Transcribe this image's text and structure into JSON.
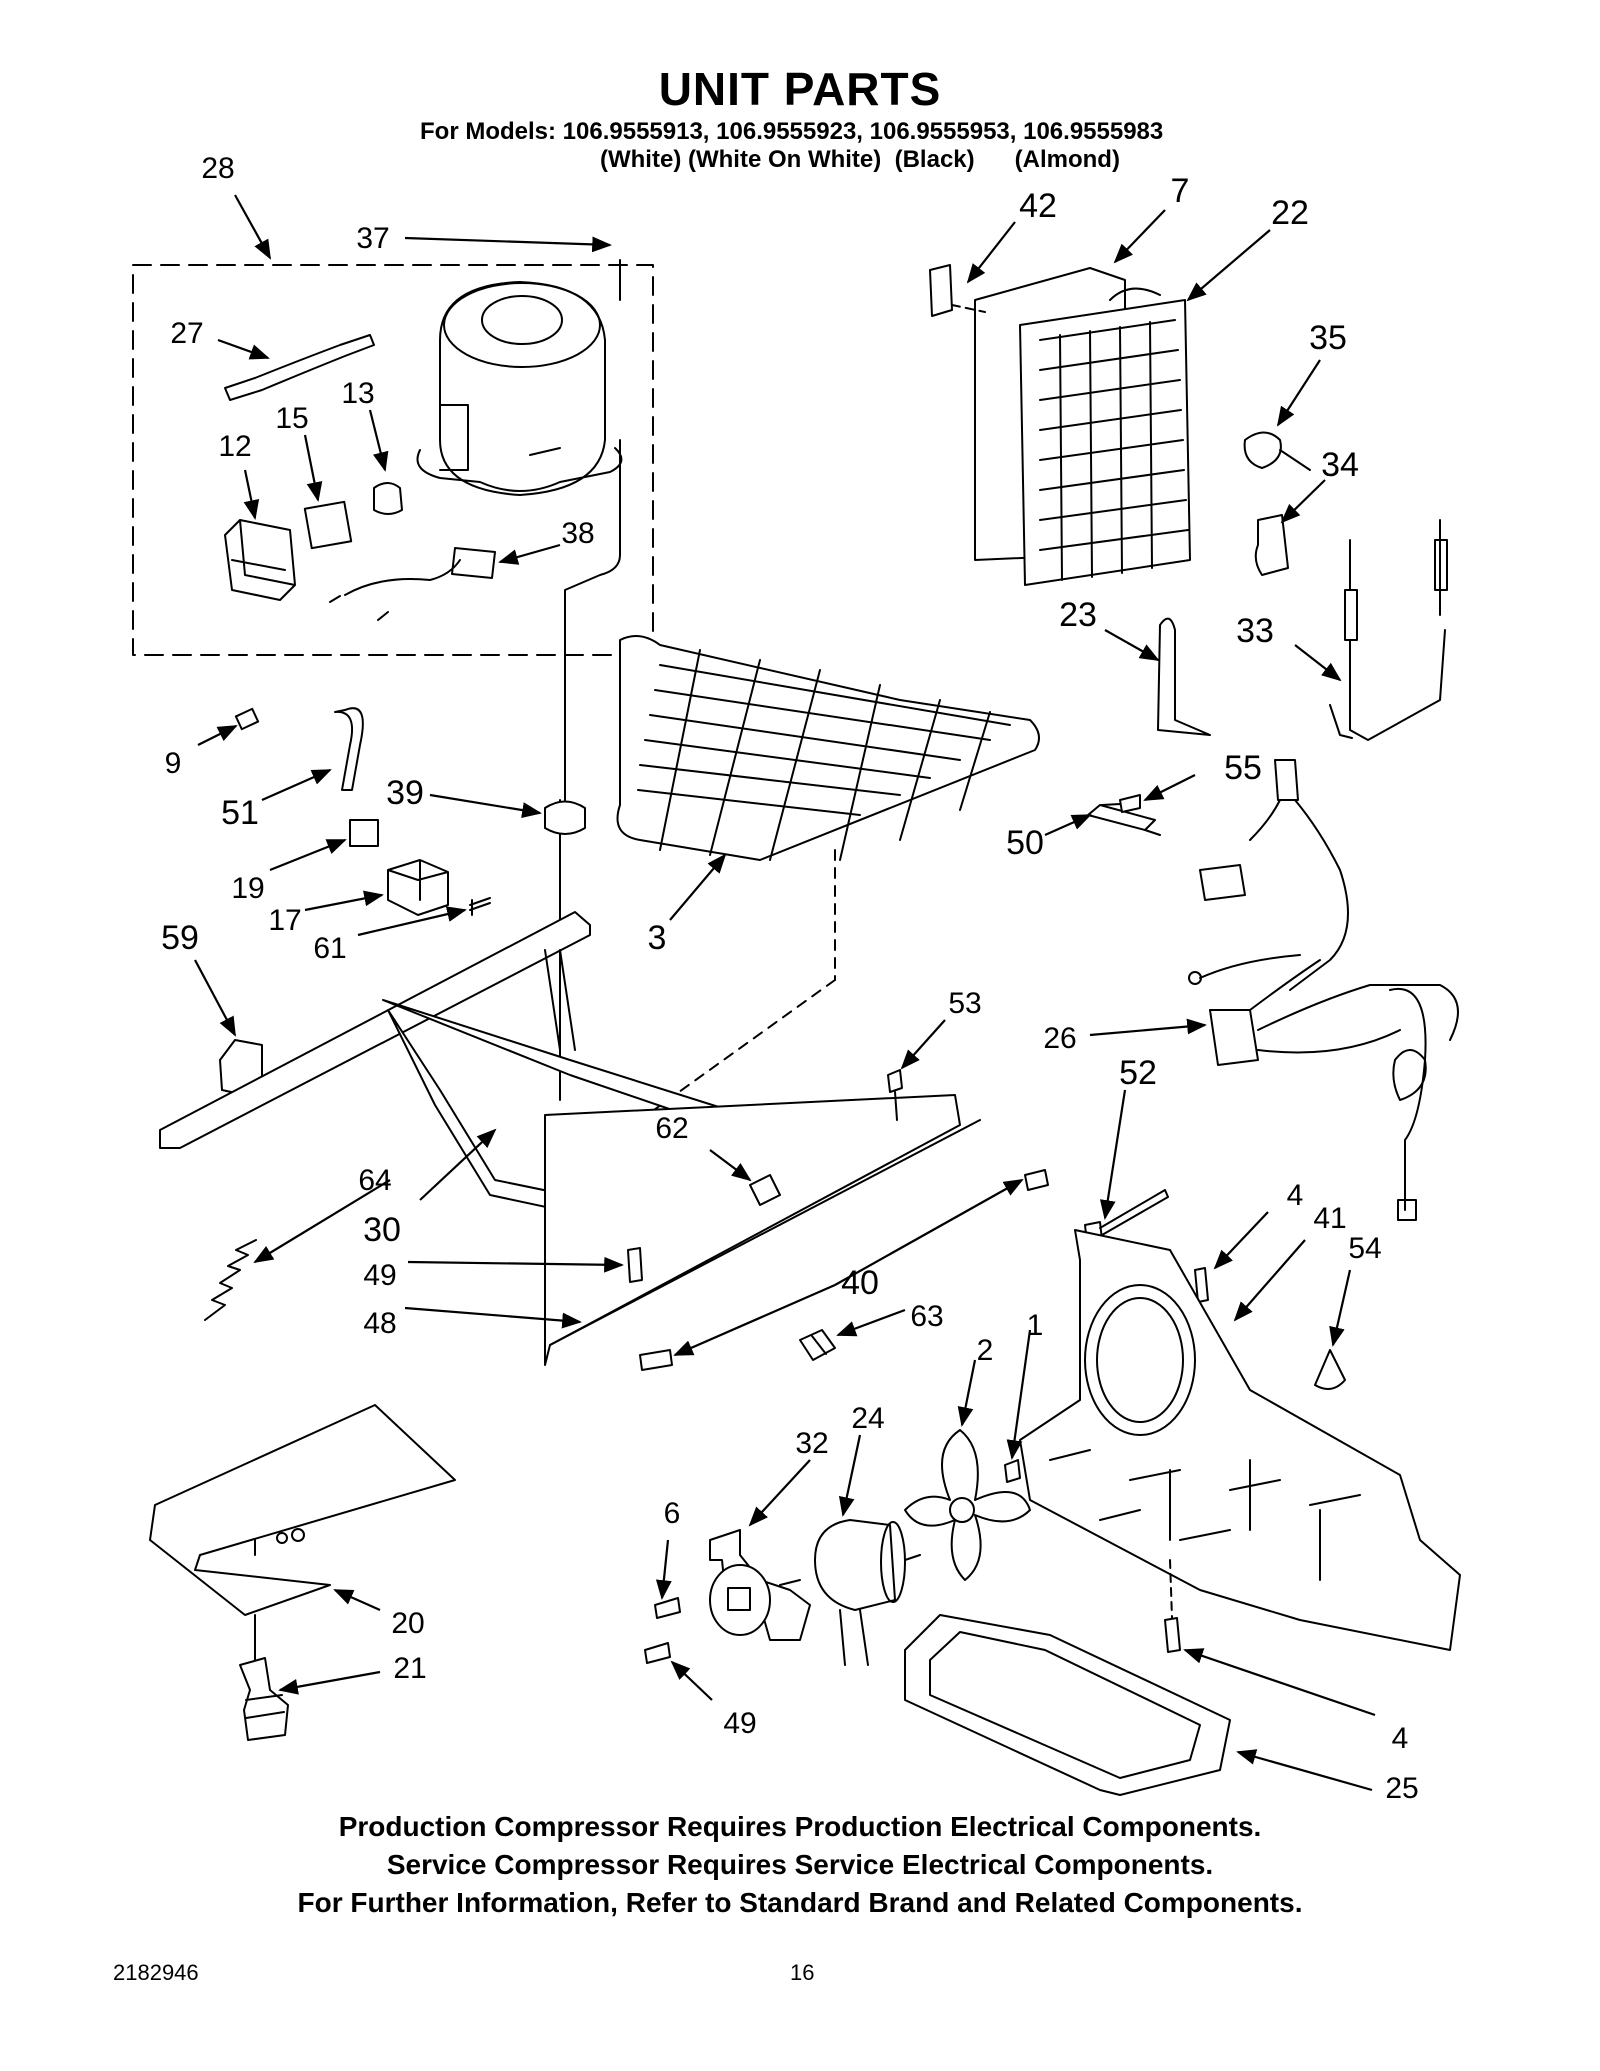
{
  "header": {
    "title": "UNIT PARTS",
    "models_line": "For Models: 106.9555913, 106.9555923, 106.9555953, 106.9555983",
    "colors_line": "(White) (White On White)  (Black)      (Almond)"
  },
  "callouts": [
    {
      "id": "c28",
      "label": "28"
    },
    {
      "id": "c37",
      "label": "37"
    },
    {
      "id": "c27",
      "label": "27"
    },
    {
      "id": "c15",
      "label": "15"
    },
    {
      "id": "c13",
      "label": "13"
    },
    {
      "id": "c12",
      "label": "12"
    },
    {
      "id": "c38",
      "label": "38"
    },
    {
      "id": "c42",
      "label": "42"
    },
    {
      "id": "c7",
      "label": "7"
    },
    {
      "id": "c22",
      "label": "22"
    },
    {
      "id": "c35",
      "label": "35"
    },
    {
      "id": "c34",
      "label": "34"
    },
    {
      "id": "c23",
      "label": "23"
    },
    {
      "id": "c33",
      "label": "33"
    },
    {
      "id": "c9",
      "label": "9"
    },
    {
      "id": "c51",
      "label": "51"
    },
    {
      "id": "c39",
      "label": "39"
    },
    {
      "id": "c55",
      "label": "55"
    },
    {
      "id": "c50",
      "label": "50"
    },
    {
      "id": "c19",
      "label": "19"
    },
    {
      "id": "c17",
      "label": "17"
    },
    {
      "id": "c61",
      "label": "61"
    },
    {
      "id": "c59",
      "label": "59"
    },
    {
      "id": "c3",
      "label": "3"
    },
    {
      "id": "c53",
      "label": "53"
    },
    {
      "id": "c26",
      "label": "26"
    },
    {
      "id": "c52",
      "label": "52"
    },
    {
      "id": "c62",
      "label": "62"
    },
    {
      "id": "c64",
      "label": "64"
    },
    {
      "id": "c30",
      "label": "30"
    },
    {
      "id": "c4a",
      "label": "4"
    },
    {
      "id": "c41",
      "label": "41"
    },
    {
      "id": "c54",
      "label": "54"
    },
    {
      "id": "c49a",
      "label": "49"
    },
    {
      "id": "c40",
      "label": "40"
    },
    {
      "id": "c48",
      "label": "48"
    },
    {
      "id": "c63",
      "label": "63"
    },
    {
      "id": "c1",
      "label": "1"
    },
    {
      "id": "c2",
      "label": "2"
    },
    {
      "id": "c24",
      "label": "24"
    },
    {
      "id": "c32",
      "label": "32"
    },
    {
      "id": "c6",
      "label": "6"
    },
    {
      "id": "c20",
      "label": "20"
    },
    {
      "id": "c21",
      "label": "21"
    },
    {
      "id": "c49b",
      "label": "49"
    },
    {
      "id": "c4b",
      "label": "4"
    },
    {
      "id": "c25",
      "label": "25"
    }
  ],
  "notes": [
    "Production Compressor Requires Production Electrical Components.",
    "Service Compressor Requires Service Electrical Components.",
    "For Further Information, Refer to Standard Brand and Related Components."
  ],
  "footer": {
    "doc_number": "2182946",
    "page_number": "16"
  }
}
